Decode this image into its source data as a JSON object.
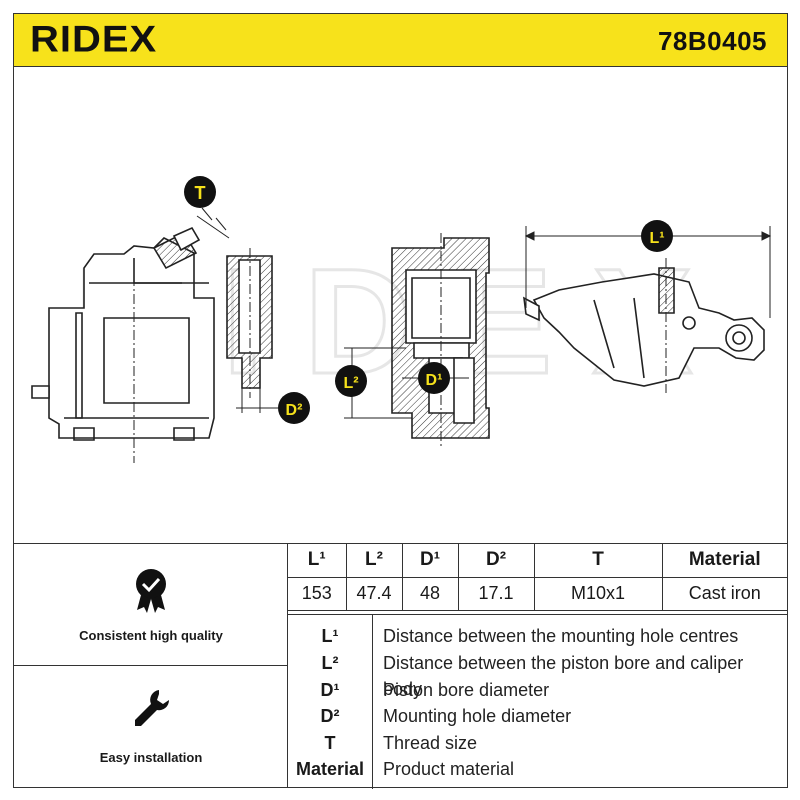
{
  "header": {
    "brand": "RIDEX",
    "part_number": "78B0405"
  },
  "drawing": {
    "callouts": {
      "t": "T",
      "d2": "D²",
      "l2": "L²",
      "d1": "D¹",
      "l1": "L¹"
    },
    "watermark": "RIDEX"
  },
  "colors": {
    "accent": "#f7e21b",
    "ink": "#1a1a1a",
    "callout_bg": "#111111"
  },
  "features": [
    {
      "icon": "quality-check-icon",
      "label": "Consistent high quality"
    },
    {
      "icon": "wrench-icon",
      "label": "Easy installation"
    }
  ],
  "spec_table": {
    "headers": [
      "L¹",
      "L²",
      "D¹",
      "D²",
      "T",
      "Material"
    ],
    "values": [
      "153",
      "47.4",
      "48",
      "17.1",
      "M10x1",
      "Cast iron"
    ]
  },
  "legend": [
    {
      "key": "L¹",
      "desc": "Distance between the mounting hole centres"
    },
    {
      "key": "L²",
      "desc": "Distance between the piston bore and caliper body"
    },
    {
      "key": "D¹",
      "desc": "Piston bore diameter"
    },
    {
      "key": "D²",
      "desc": "Mounting hole diameter"
    },
    {
      "key": "T",
      "desc": "Thread size"
    },
    {
      "key": "Material",
      "desc": "Product material"
    }
  ]
}
